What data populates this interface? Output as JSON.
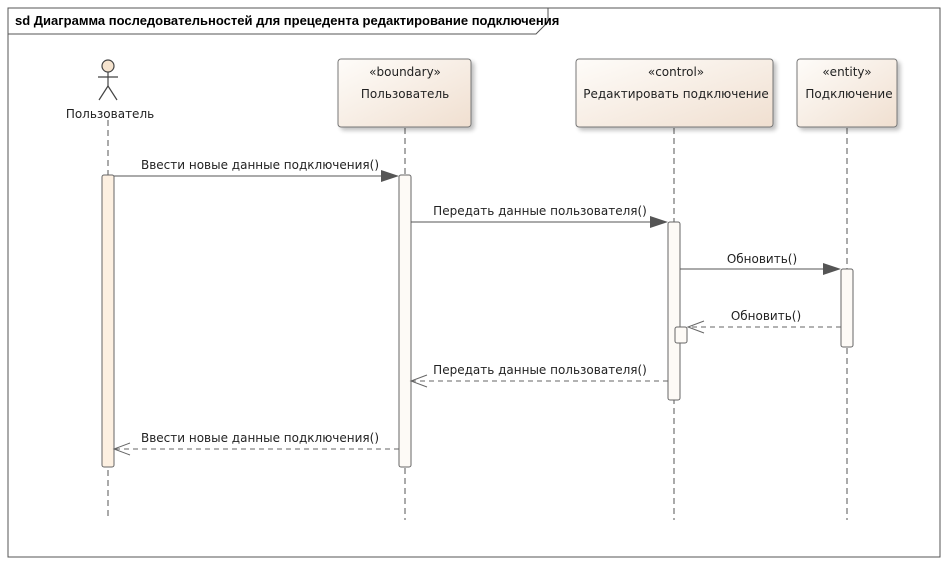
{
  "frame": {
    "title": "sd Диаграмма последовательностей для прецедента редактирование подключения"
  },
  "lifelines": {
    "actor": {
      "name": "Пользователь"
    },
    "boundary": {
      "stereotype": "«boundary»",
      "name": "Пользователь"
    },
    "control": {
      "stereotype": "«control»",
      "name": "Редактировать подключение"
    },
    "entity": {
      "stereotype": "«entity»",
      "name": "Подключение"
    }
  },
  "messages": {
    "m1": "Ввести новые данные подключения()",
    "m2": "Передать данные пользователя()",
    "m3": "Обновить()",
    "m4": "Обновить()",
    "m5": "Передать данные пользователя()",
    "m6": "Ввести новые данные подключения()"
  },
  "colors": {
    "box_fill_light": "#fefcf9",
    "box_fill_dark": "#f2e3d6",
    "activation_actor": "#fdf0e1",
    "activation": "#fdfaf6",
    "line": "#444444"
  }
}
